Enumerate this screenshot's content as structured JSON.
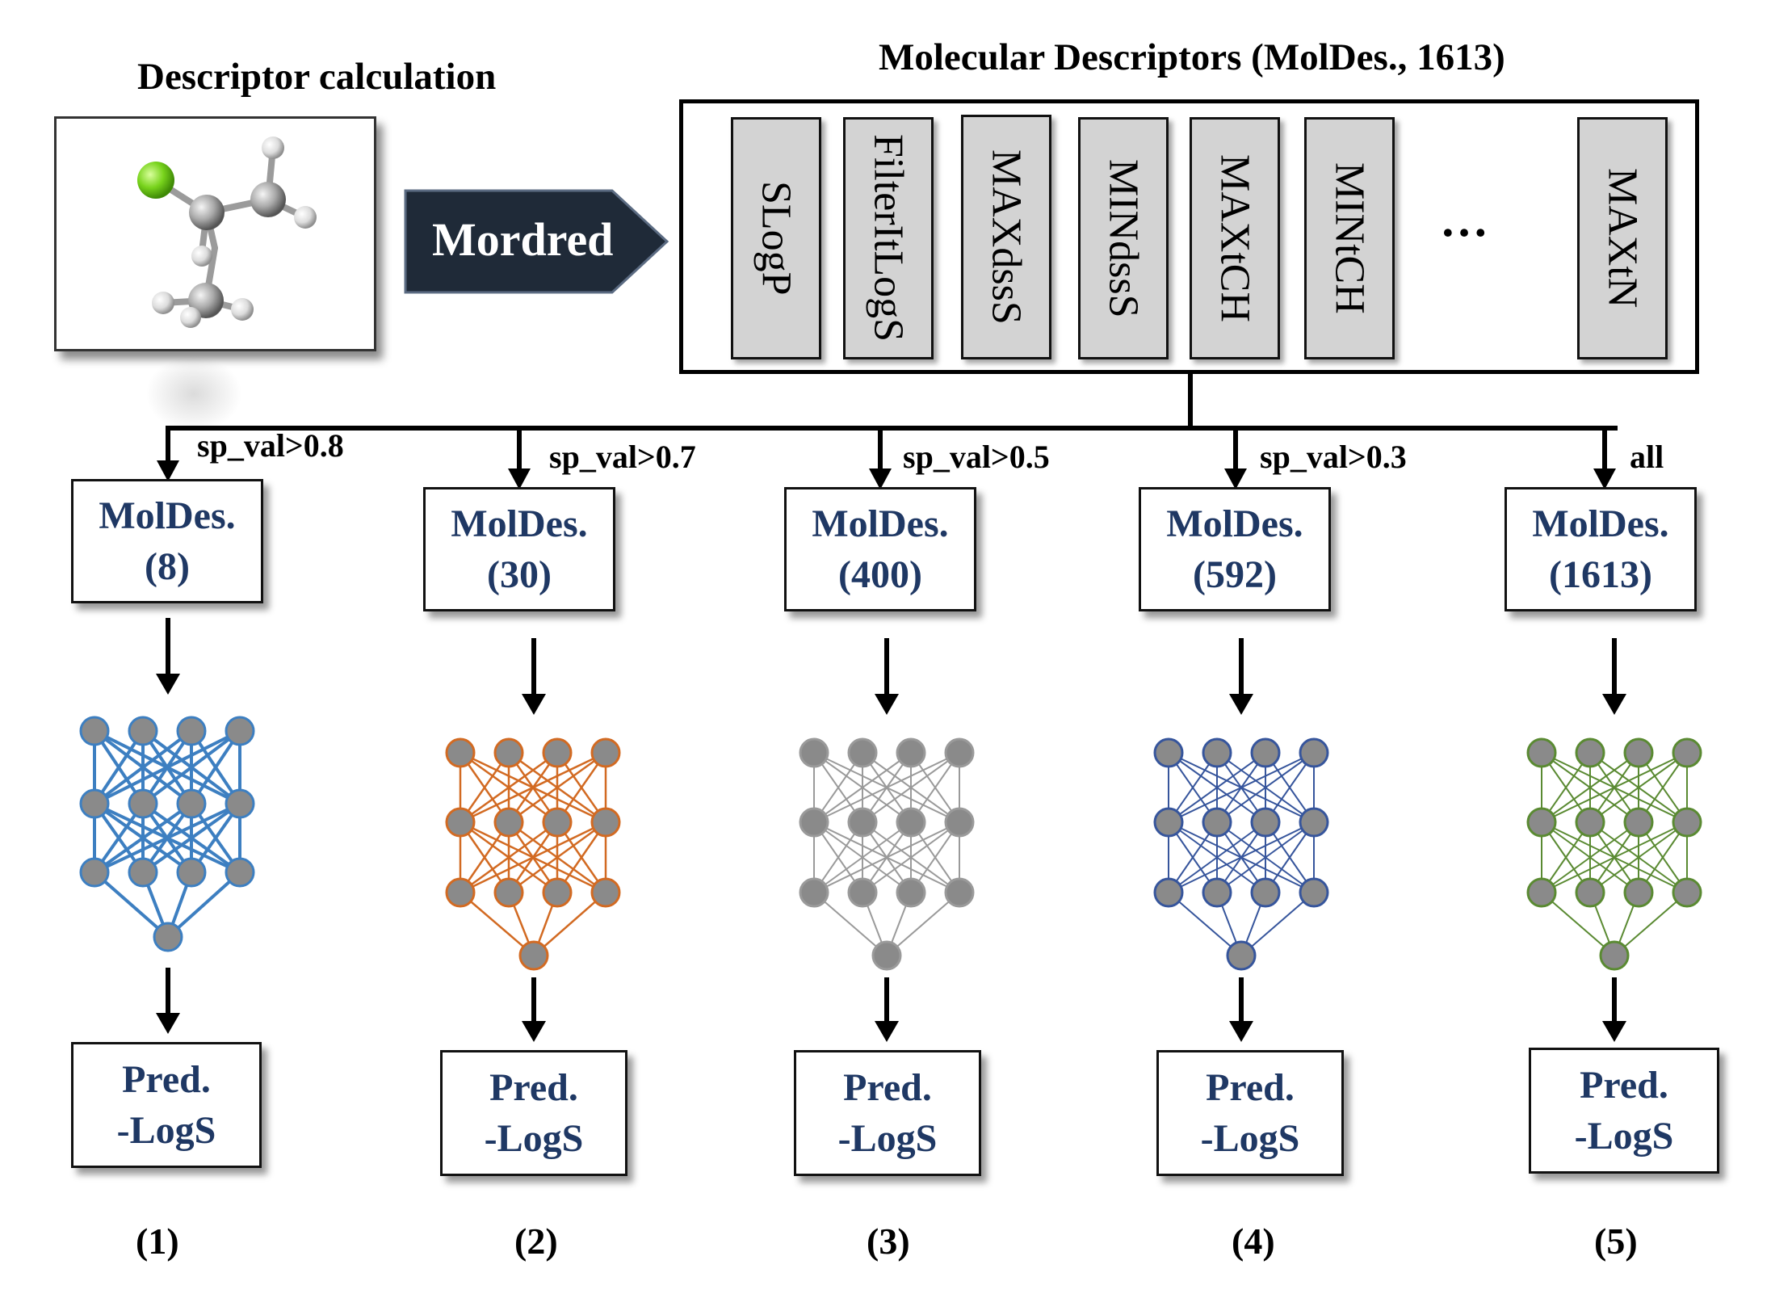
{
  "left_title": "Descriptor calculation",
  "mordred_label": "Mordred",
  "descriptors_title": "Molecular Descriptors (MolDes., 1613)",
  "descriptors": [
    "SLogP",
    "FilterItLogS",
    "MAXdssS",
    "MINdssS",
    "MAXtCH",
    "MINtCH",
    "MAXtN"
  ],
  "ellipsis": "…",
  "pipelines": [
    {
      "condition": "sp_val>0.8",
      "moldes_label": "MolDes.",
      "moldes_count": "(8)",
      "pred_line1": "Pred.",
      "pred_line2": "-LogS",
      "number": "(1)",
      "color": "#3d7fc1"
    },
    {
      "condition": "sp_val>0.7",
      "moldes_label": "MolDes.",
      "moldes_count": "(30)",
      "pred_line1": "Pred.",
      "pred_line2": "-LogS",
      "number": "(2)",
      "color": "#d26a22"
    },
    {
      "condition": "sp_val>0.5",
      "moldes_label": "MolDes.",
      "moldes_count": "(400)",
      "pred_line1": "Pred.",
      "pred_line2": "-LogS",
      "number": "(3)",
      "color": "#9a9a9a"
    },
    {
      "condition": "sp_val>0.3",
      "moldes_label": "MolDes.",
      "moldes_count": "(592)",
      "pred_line1": "Pred.",
      "pred_line2": "-LogS",
      "number": "(4)",
      "color": "#36559c"
    },
    {
      "condition": "all",
      "moldes_label": "MolDes.",
      "moldes_count": "(1613)",
      "pred_line1": "Pred.",
      "pred_line2": "-LogS",
      "number": "(5)",
      "color": "#5a8a32"
    }
  ],
  "node_fill": "#8a8a8a",
  "mordred_fill": "#1f2a38",
  "box_text_color": "#1f3864"
}
